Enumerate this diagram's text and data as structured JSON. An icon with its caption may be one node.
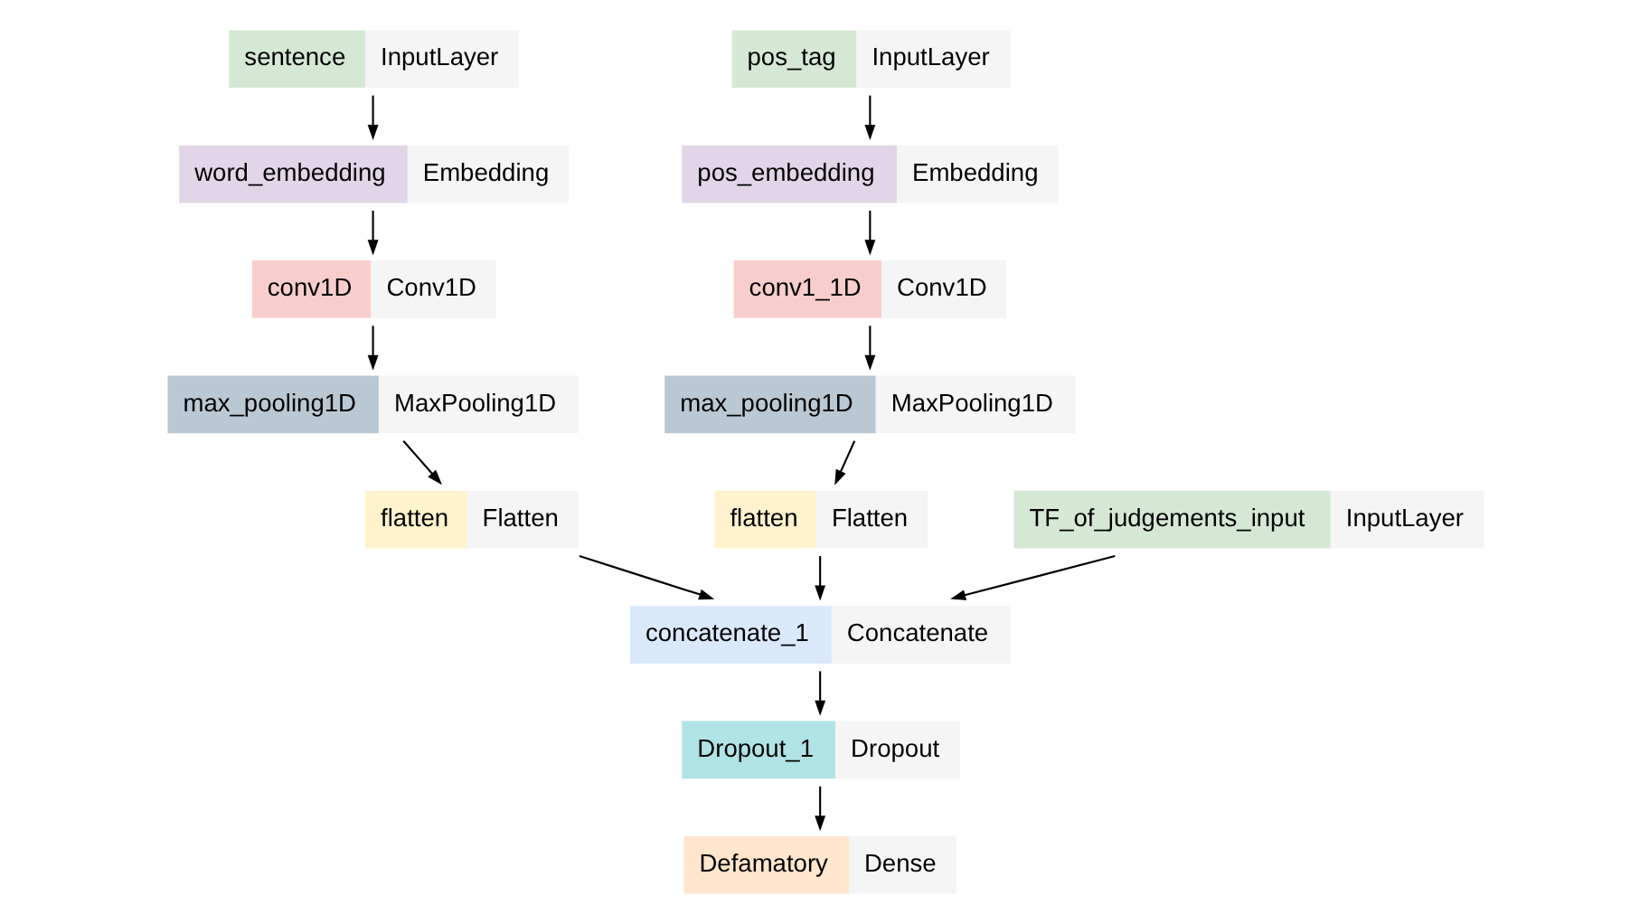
{
  "diagram": {
    "nodes": [
      {
        "text": [
          "sentence",
          "InputLayer"
        ]
      },
      {
        "text": [
          "word_embedding",
          "Embedding"
        ]
      },
      {
        "text": [
          "conv1D",
          "Conv1D"
        ]
      },
      {
        "text": [
          "max_pooling1D",
          "MaxPooling1D"
        ]
      },
      {
        "text": [
          "flatten",
          "Flatten"
        ]
      },
      {
        "text": [
          "pos_tag",
          "InputLayer"
        ]
      },
      {
        "text": [
          "pos_embedding",
          "Embedding"
        ]
      },
      {
        "text": [
          "conv1_1D",
          "Conv1D"
        ]
      },
      {
        "text": [
          "max_pooling1D",
          "MaxPooling1D"
        ]
      },
      {
        "text": [
          "flatten",
          "Flatten"
        ]
      },
      {
        "text": [
          "TF_of_judgements_input",
          "InputLayer"
        ]
      },
      {
        "text": [
          "concatenate_1",
          "Concatenate"
        ]
      },
      {
        "text": [
          "Dropout_1",
          "Dropout"
        ]
      },
      {
        "text": [
          "Defamatory",
          "Dense"
        ]
      }
    ],
    "edges": [
      {
        "from": 0,
        "to": 1,
        "arrow": "to"
      },
      {
        "from": 1,
        "to": 2,
        "arrow": "to"
      },
      {
        "from": 2,
        "to": 3,
        "arrow": "to"
      },
      {
        "from": 3,
        "to": 4,
        "arrow": "to"
      },
      {
        "from": 5,
        "to": 6,
        "arrow": "to"
      },
      {
        "from": 6,
        "to": 7,
        "arrow": "to"
      },
      {
        "from": 7,
        "to": 8,
        "arrow": "to"
      },
      {
        "from": 8,
        "to": 9,
        "arrow": "to"
      },
      {
        "from": 4,
        "to": 11,
        "arrow": "to"
      },
      {
        "from": 9,
        "to": 11,
        "arrow": "to"
      },
      {
        "from": 10,
        "to": 11,
        "arrow": "to"
      },
      {
        "from": 11,
        "to": 12,
        "arrow": "to"
      },
      {
        "from": 12,
        "to": 13,
        "arrow": "to"
      }
    ]
  }
}
